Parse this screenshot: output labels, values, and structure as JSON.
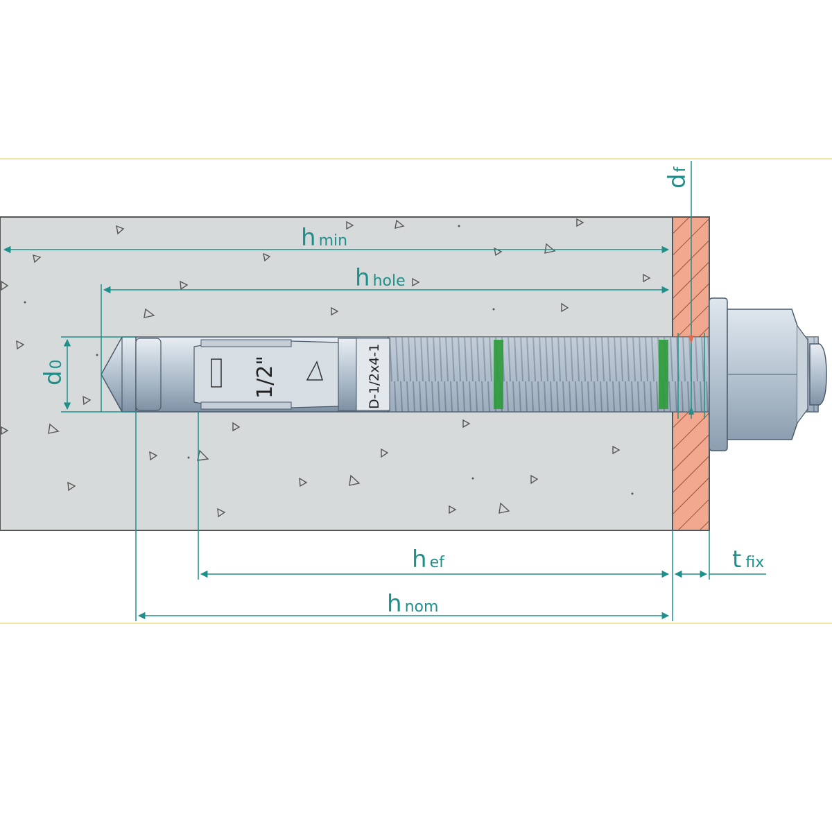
{
  "labels": {
    "h_min": {
      "main": "h",
      "sub": "min"
    },
    "h_hole": {
      "main": "h",
      "sub": "hole"
    },
    "d_0": {
      "main": "d",
      "sub": "0"
    },
    "d_f": {
      "main": "d",
      "sub": "f"
    },
    "h_ef": {
      "main": "h",
      "sub": "ef"
    },
    "h_nom": {
      "main": "h",
      "sub": "nom"
    },
    "t_fix": {
      "main": "t",
      "sub": "fix"
    }
  },
  "anchor_markings": {
    "size": "1/2\"",
    "code": "D-1/2x4-1"
  },
  "colors": {
    "dimension": "#1f8f8a",
    "concrete": "#d7dadb",
    "fixture": "#f2a88e",
    "steel": "#b9c7d3",
    "marker_ring": "#2e9a3a",
    "guide_line": "#f0e8a0"
  }
}
